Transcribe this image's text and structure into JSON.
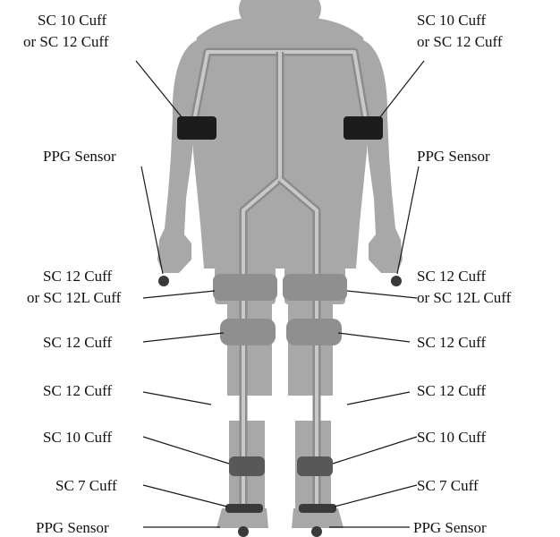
{
  "labels": {
    "left_upper_arm_l1": "SC 10 Cuff",
    "left_upper_arm_l2": "or SC 12 Cuff",
    "right_upper_arm_l1": "SC 10 Cuff",
    "right_upper_arm_l2": "or SC 12 Cuff",
    "left_finger": "PPG Sensor",
    "right_finger": "PPG Sensor",
    "left_thigh_l1": "SC 12 Cuff",
    "left_thigh_l2": "or SC 12L Cuff",
    "right_thigh_l1": "SC 12 Cuff",
    "right_thigh_l2": "or SC 12L Cuff",
    "left_knee": "SC 12 Cuff",
    "right_knee": "SC 12 Cuff",
    "left_upper_calf": "SC 12 Cuff",
    "right_upper_calf": "SC 12 Cuff",
    "left_calf": "SC 10 Cuff",
    "right_calf": "SC 10 Cuff",
    "left_ankle": "SC 7 Cuff",
    "right_ankle": "SC 7 Cuff",
    "left_toe": "PPG Sensor",
    "right_toe": "PPG Sensor"
  },
  "colors": {
    "body": "#a8a8a8",
    "tubing": "#8c8c8c",
    "arm_cuff": "#1c1c1c",
    "leg_cuff": "#585858",
    "thigh_cuff": "#8f8f8f"
  }
}
